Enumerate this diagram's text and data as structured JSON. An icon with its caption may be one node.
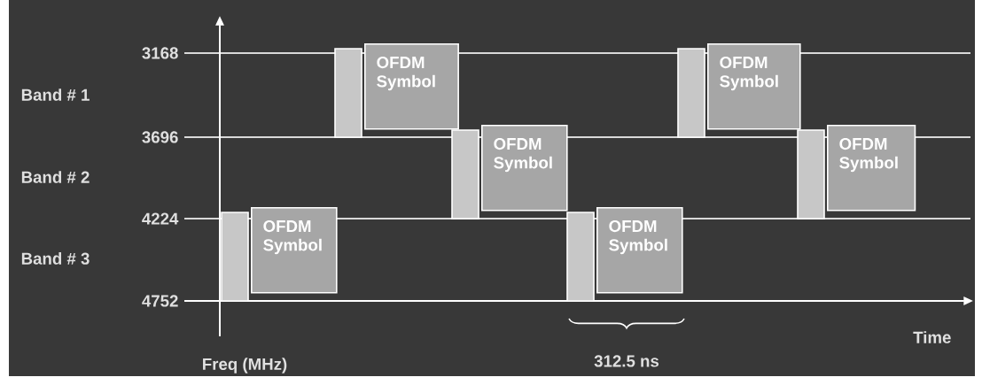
{
  "diagram": {
    "nodes": [
      {
        "text": [
          "OFDM Symbol"
        ]
      },
      {
        "text": [
          "OFDM Symbol"
        ]
      },
      {
        "text": [
          "OFDM Symbol"
        ]
      },
      {
        "text": [
          "OFDM Symbol"
        ]
      },
      {
        "text": [
          "OFDM Symbol"
        ]
      },
      {
        "text": [
          "OFDM Symbol"
        ]
      }
    ],
    "labels": [
      "3168",
      "Band # 1",
      "3696",
      "Band # 2",
      "4224",
      "Band # 3",
      "4752",
      "Time",
      "Freq (MHz)",
      "312.5 ns"
    ]
  }
}
